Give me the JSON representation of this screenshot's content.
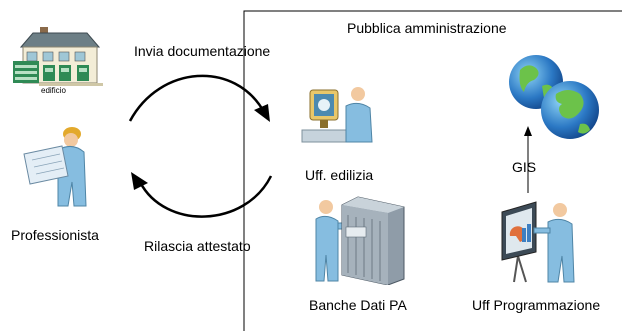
{
  "labels": {
    "pa_title": "Pubblica amministrazione",
    "send_docs": "Invia documentazione",
    "issue_cert": "Rilascia attestato",
    "building": "edificio",
    "professional": "Professionista",
    "building_office": "Uff. edilizia",
    "gis": "GIS",
    "databanks": "Banche Dati PA",
    "planning_office": "Uff Programmazione"
  },
  "icons": {
    "building": "house-icon",
    "professional": "worker-with-blueprint-icon",
    "building_office": "person-at-computer-icon",
    "gis": "globe-icon",
    "databanks": "person-with-server-icon",
    "planning_office": "person-with-presentation-board-icon"
  }
}
